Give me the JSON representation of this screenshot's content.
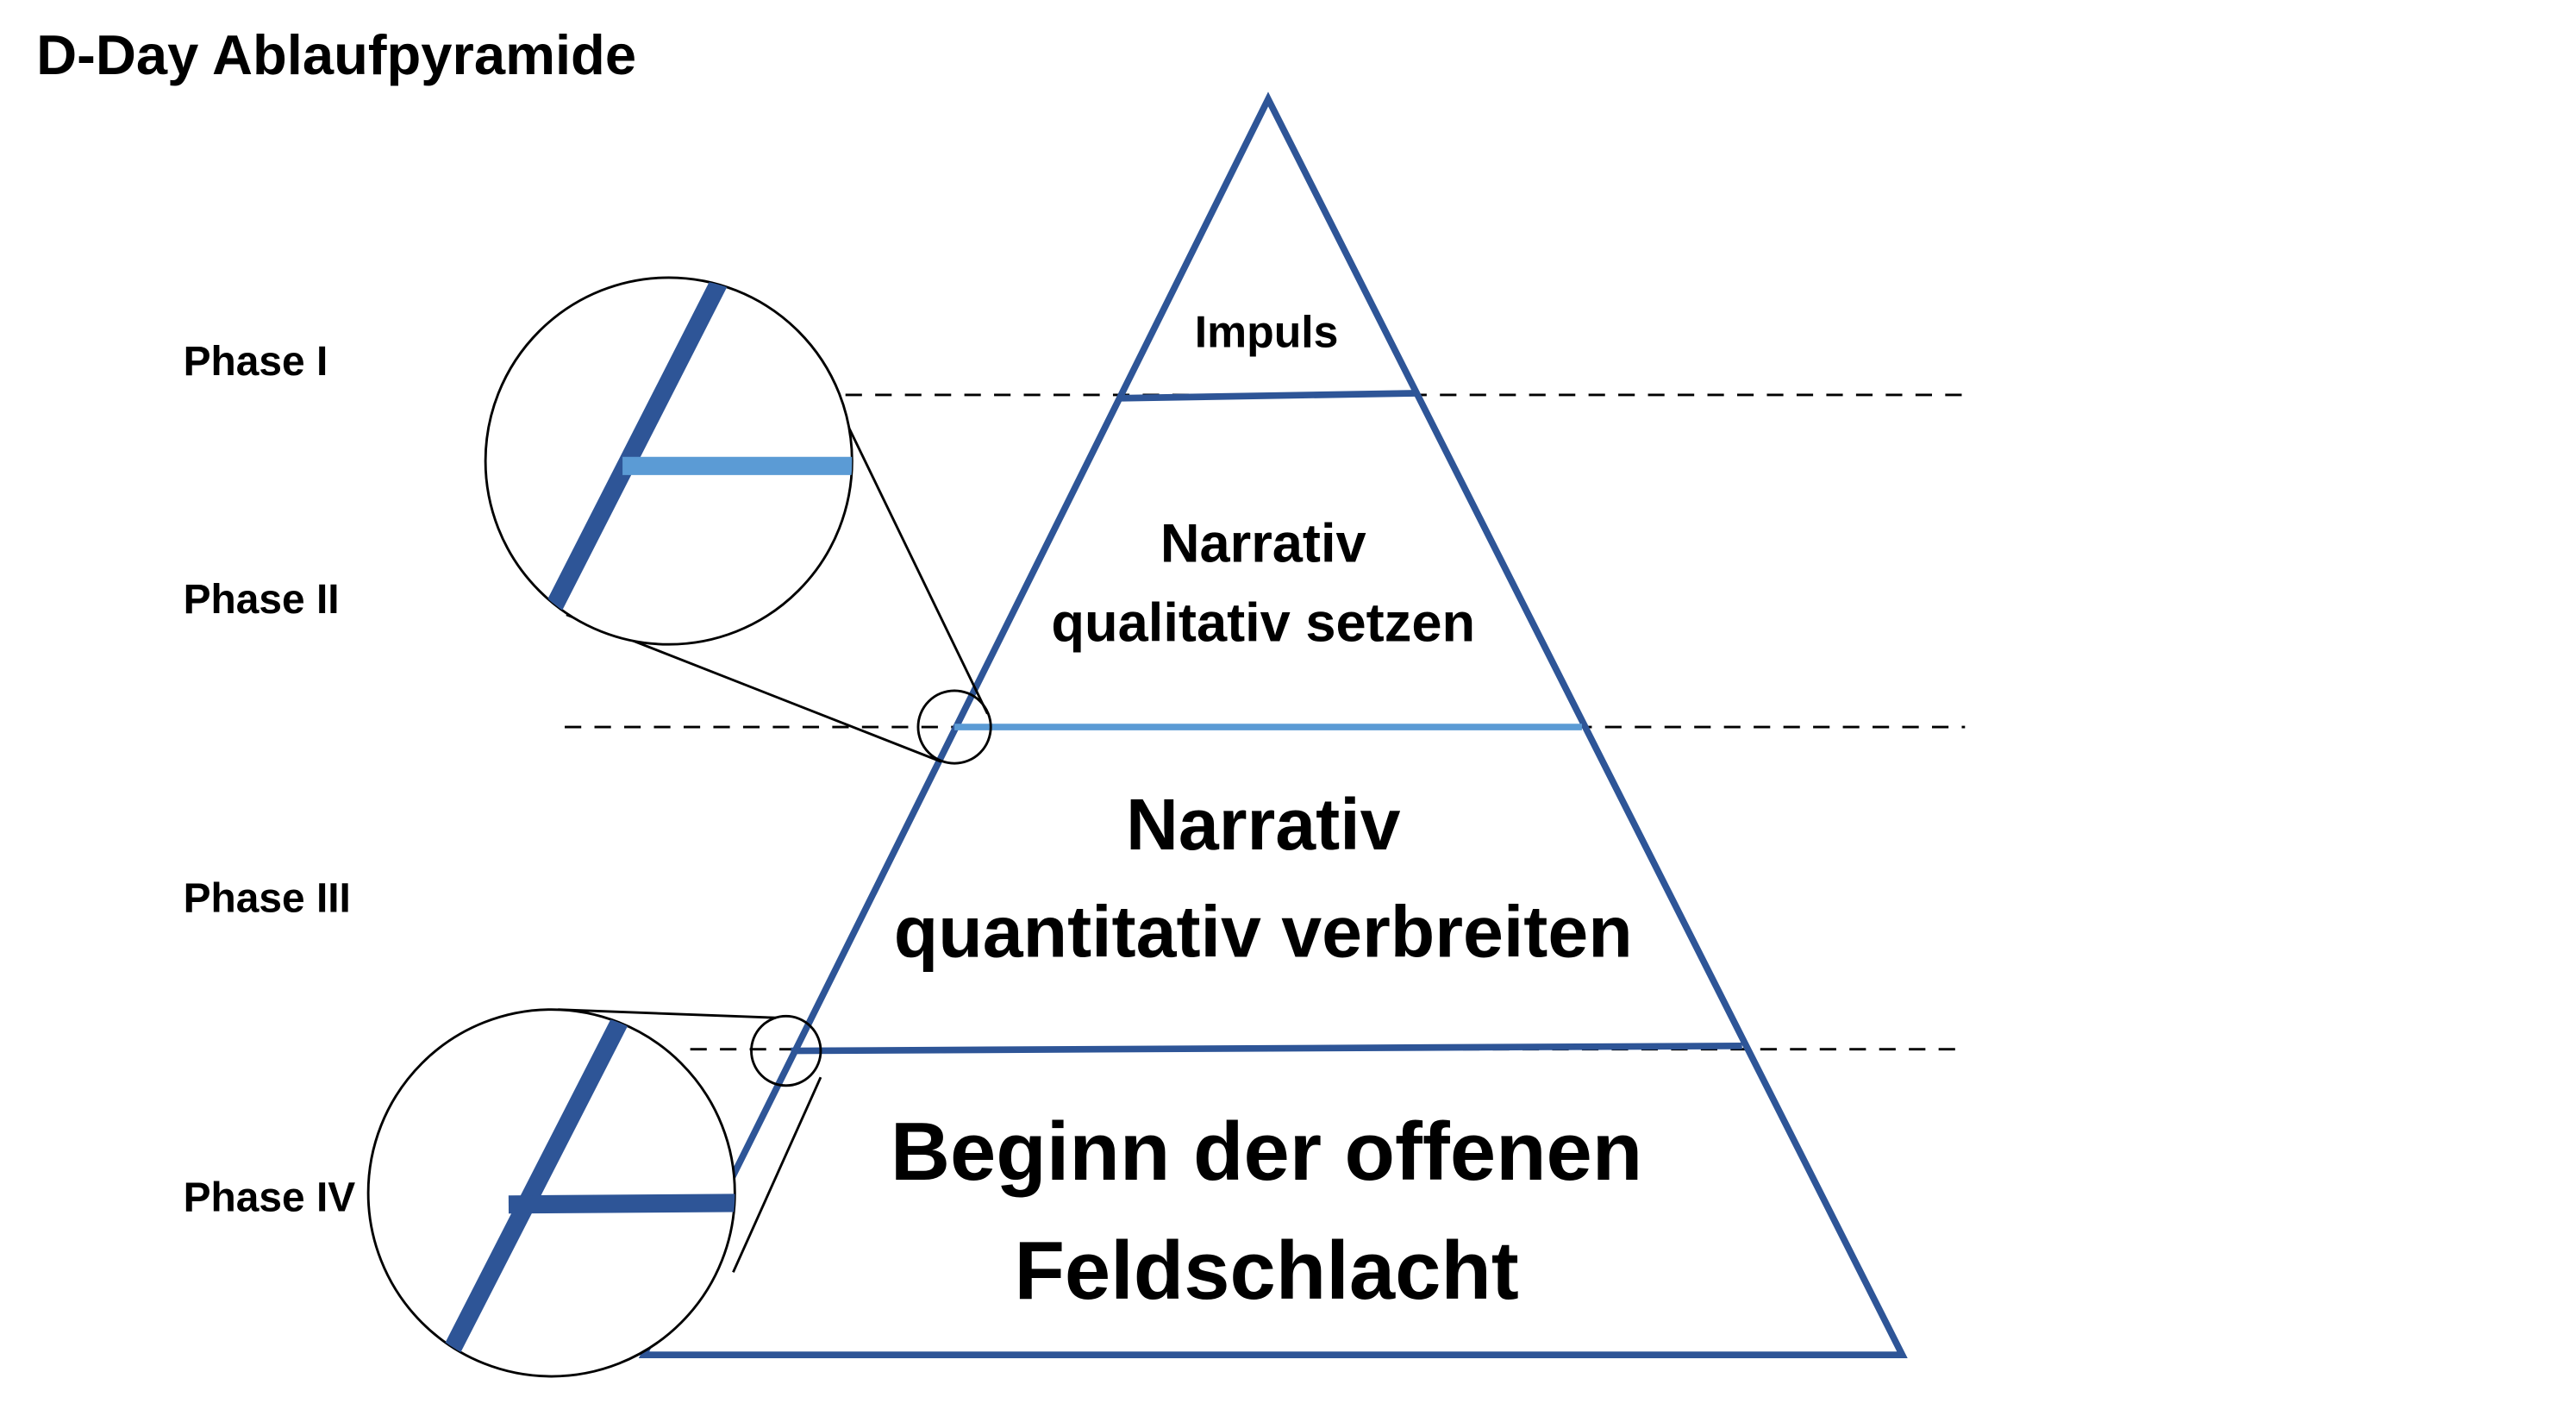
{
  "title": "D-Day Ablaufpyramide",
  "phases": [
    {
      "label": "Phase I"
    },
    {
      "label": "Phase II"
    },
    {
      "label": "Phase III"
    },
    {
      "label": "Phase IV"
    }
  ],
  "tiers": [
    {
      "lines": [
        "Impuls"
      ]
    },
    {
      "lines": [
        "Narrativ",
        "qualitativ setzen"
      ]
    },
    {
      "lines": [
        "Narrativ",
        "quantitativ verbreiten"
      ]
    },
    {
      "lines": [
        "Beginn der offenen",
        "Feldschlacht"
      ]
    }
  ],
  "colors": {
    "outline": "#2e5597",
    "line_dark": "#2e5597",
    "line_light": "#5b9bd5",
    "text": "#000000",
    "guide": "#000000"
  }
}
